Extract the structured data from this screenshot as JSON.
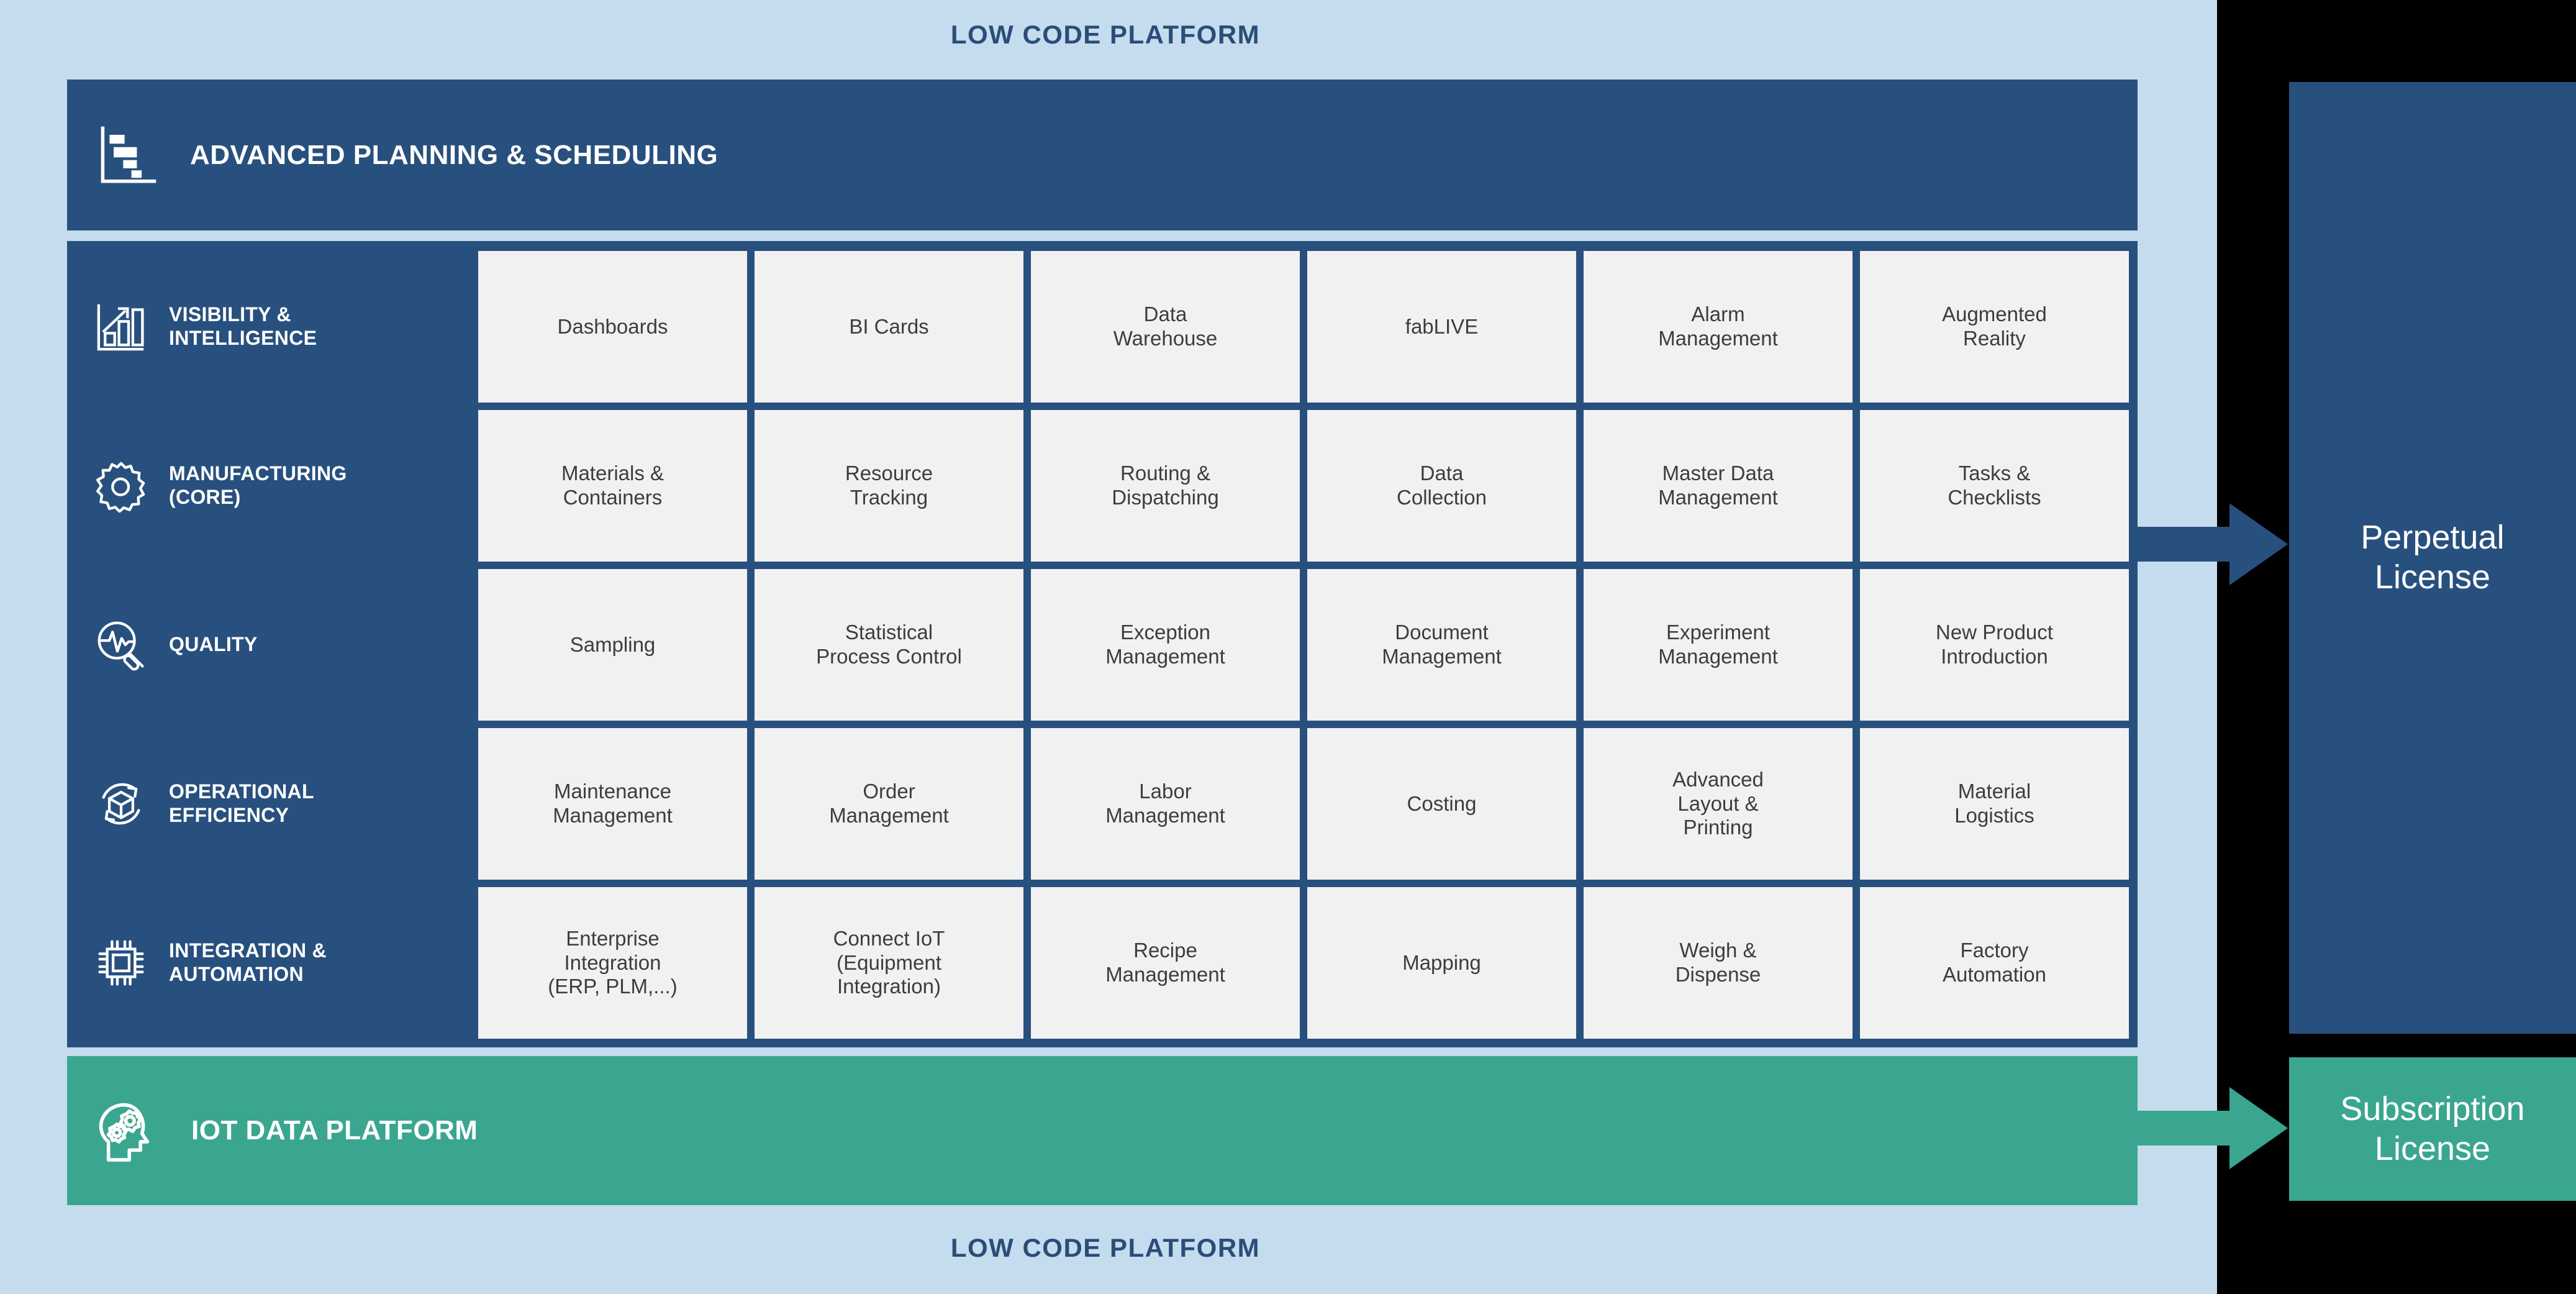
{
  "colors": {
    "canvas_bg": "#c5dcee",
    "navy": "#28507e",
    "teal": "#3ba690",
    "card_bg": "#f1f1f1",
    "caption_text": "#2a4d78",
    "outside_bg": "#000000"
  },
  "caption_top": "LOW CODE PLATFORM",
  "caption_bottom": "LOW CODE PLATFORM",
  "aps_bar": {
    "label": "ADVANCED PLANNING & SCHEDULING",
    "icon": "gantt-chart-icon"
  },
  "iot_bar": {
    "label": "IOT DATA PLATFORM",
    "icon": "head-with-gears-icon"
  },
  "matrix": {
    "rows": [
      {
        "label": "VISIBILITY &\nINTELLIGENCE",
        "icon": "bar-chart-growth-icon",
        "cards": [
          "Dashboards",
          "BI Cards",
          "Data\nWarehouse",
          "fabLIVE",
          "Alarm\nManagement",
          "Augmented\nReality"
        ]
      },
      {
        "label": "MANUFACTURING\n(CORE)",
        "icon": "gear-icon",
        "cards": [
          "Materials &\nContainers",
          "Resource\nTracking",
          "Routing &\nDispatching",
          "Data\nCollection",
          "Master Data\nManagement",
          "Tasks &\nChecklists"
        ]
      },
      {
        "label": "QUALITY",
        "icon": "magnifier-pulse-icon",
        "cards": [
          "Sampling",
          "Statistical\nProcess Control",
          "Exception\nManagement",
          "Document\nManagement",
          "Experiment\nManagement",
          "New Product\nIntroduction"
        ]
      },
      {
        "label": "OPERATIONAL\nEFFICIENCY",
        "icon": "box-recycle-arrows-icon",
        "cards": [
          "Maintenance\nManagement",
          "Order\nManagement",
          "Labor\nManagement",
          "Costing",
          "Advanced\nLayout &\nPrinting",
          "Material\nLogistics"
        ]
      },
      {
        "label": "INTEGRATION &\nAUTOMATION",
        "icon": "microchip-icon",
        "cards": [
          "Enterprise\nIntegration\n(ERP, PLM,...)",
          "Connect IoT\n(Equipment\nIntegration)",
          "Recipe\nManagement",
          "Mapping",
          "Weigh &\nDispense",
          "Factory\nAutomation"
        ]
      }
    ]
  },
  "licenses": {
    "perpetual": "Perpetual\nLicense",
    "subscription": "Subscription\nLicense"
  }
}
